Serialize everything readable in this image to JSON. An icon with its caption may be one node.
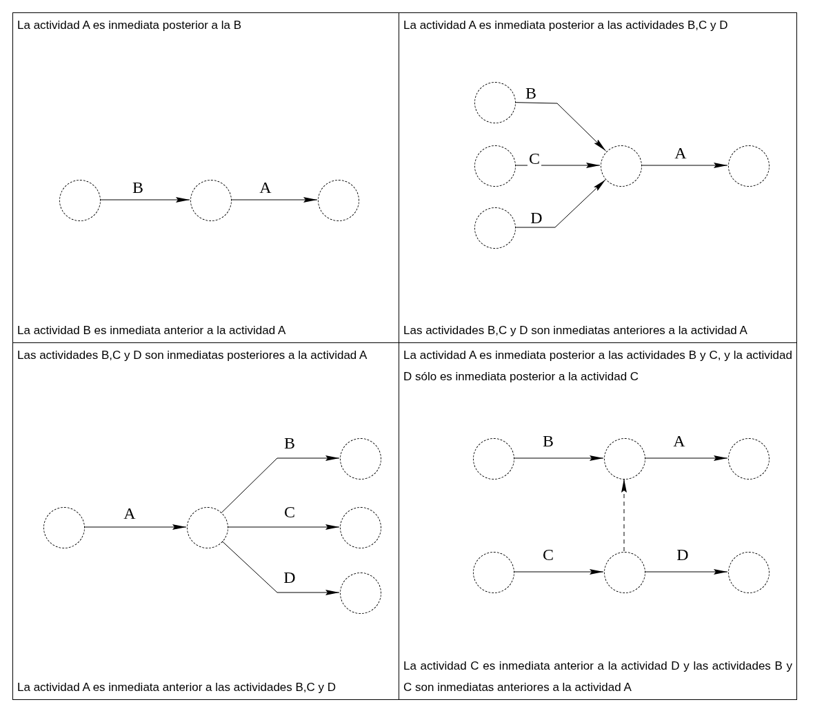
{
  "diagram": {
    "nodes": [
      {
        "text": [
          "La actividad A es inmediata posterior a la B",
          "La actividad B es inmediata anterior a la actividad A"
        ]
      },
      {
        "text": [],
        "shape": "circle",
        "in": 0
      },
      {
        "text": [],
        "shape": "circle",
        "in": 0
      },
      {
        "text": [],
        "shape": "circle",
        "in": 0
      },
      {
        "text": [
          "La actividad A es inmediata posterior a las actividades B,C y D",
          "Las actividades B,C y D son inmediatas anteriores a la actividad A"
        ]
      },
      {
        "text": [],
        "shape": "circle",
        "in": 4
      },
      {
        "text": [],
        "shape": "circle",
        "in": 4
      },
      {
        "text": [],
        "shape": "circle",
        "in": 4
      },
      {
        "text": [],
        "shape": "circle",
        "in": 4
      },
      {
        "text": [],
        "shape": "circle",
        "in": 4
      },
      {
        "text": [
          "Las actividades B,C y D son inmediatas posteriores a la actividad A",
          "La actividad A es inmediata anterior a las actividades B,C y D"
        ]
      },
      {
        "text": [],
        "shape": "circle",
        "in": 10
      },
      {
        "text": [],
        "shape": "circle",
        "in": 10
      },
      {
        "text": [],
        "shape": "circle",
        "in": 10
      },
      {
        "text": [],
        "shape": "circle",
        "in": 10
      },
      {
        "text": [],
        "shape": "circle",
        "in": 10
      },
      {
        "text": [
          "La actividad A es inmediata posterior a las actividades B y C, y la actividad D sólo es inmediata posterior a la actividad C",
          "La actividad C es inmediata anterior a la actividad D y las actividades B y C son inmediatas anteriores a la actividad A"
        ]
      },
      {
        "text": [],
        "shape": "circle",
        "in": 16
      },
      {
        "text": [],
        "shape": "circle",
        "in": 16
      },
      {
        "text": [],
        "shape": "circle",
        "in": 16
      },
      {
        "text": [],
        "shape": "circle",
        "in": 16
      },
      {
        "text": [],
        "shape": "circle",
        "in": 16
      },
      {
        "text": [],
        "shape": "circle",
        "in": 16
      }
    ],
    "edges": [
      {
        "from": 1,
        "to": 2,
        "arrow": "to",
        "label": "B"
      },
      {
        "from": 2,
        "to": 3,
        "arrow": "to",
        "label": "A"
      },
      {
        "from": 5,
        "to": 8,
        "arrow": "to",
        "label": "B"
      },
      {
        "from": 6,
        "to": 8,
        "arrow": "to",
        "label": "C"
      },
      {
        "from": 7,
        "to": 8,
        "arrow": "to",
        "label": "D"
      },
      {
        "from": 8,
        "to": 9,
        "arrow": "to",
        "label": "A"
      },
      {
        "from": 11,
        "to": 12,
        "arrow": "to",
        "label": "A"
      },
      {
        "from": 12,
        "to": 13,
        "arrow": "to",
        "label": "B"
      },
      {
        "from": 12,
        "to": 14,
        "arrow": "to",
        "label": "C"
      },
      {
        "from": 12,
        "to": 15,
        "arrow": "to",
        "label": "D"
      },
      {
        "from": 17,
        "to": 18,
        "arrow": "to",
        "label": "B"
      },
      {
        "from": 18,
        "to": 19,
        "arrow": "to",
        "label": "A"
      },
      {
        "from": 20,
        "to": 21,
        "arrow": "to",
        "label": "C"
      },
      {
        "from": 21,
        "to": 22,
        "arrow": "to",
        "label": "D"
      },
      {
        "from": 21,
        "to": 18,
        "arrow": "to",
        "style": "dashed"
      }
    ]
  }
}
